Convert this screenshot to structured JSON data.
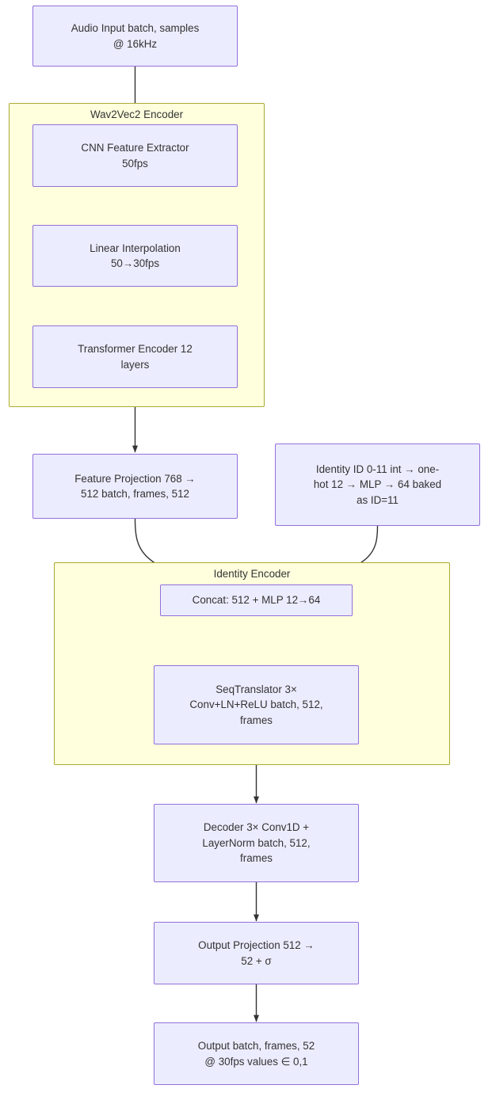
{
  "diagram": {
    "type": "flowchart",
    "direction": "top-down",
    "title": "",
    "colors": {
      "node_fill": "#ececff",
      "node_stroke": "#9370db",
      "cluster_fill": "#ffffde",
      "cluster_stroke": "#aaaa33",
      "edge_stroke": "#333333",
      "text": "#333333",
      "background": "#ffffff"
    },
    "clusters": [
      {
        "id": "wav2vec2",
        "label": "Wav2Vec2 Encoder"
      },
      {
        "id": "identity",
        "label": "Identity Encoder"
      }
    ],
    "nodes": [
      {
        "id": "audio_input",
        "label": "Audio Input batch, samples\n@ 16kHz"
      },
      {
        "id": "cnn",
        "label": "CNN Feature Extractor\n50fps"
      },
      {
        "id": "interp",
        "label": "Linear Interpolation\n50→30fps"
      },
      {
        "id": "transformer",
        "label": "Transformer Encoder 12\nlayers"
      },
      {
        "id": "feat_proj",
        "label": "Feature Projection 768 →\n512 batch, frames, 512"
      },
      {
        "id": "identity_id",
        "label": "Identity ID 0-11 int → one-\nhot 12 → MLP → 64 baked\nas ID=11"
      },
      {
        "id": "concat",
        "label": "Concat: 512 + MLP 12→64"
      },
      {
        "id": "seqtranslator",
        "label": "SeqTranslator 3×\nConv+LN+ReLU batch, 512,\nframes"
      },
      {
        "id": "decoder",
        "label": "Decoder 3× Conv1D +\nLayerNorm batch, 512,\nframes"
      },
      {
        "id": "out_proj",
        "label": "Output Projection 512 →\n52 + σ"
      },
      {
        "id": "output",
        "label": "Output batch, frames, 52\n@ 30fps values ∈ 0,1"
      }
    ],
    "edges": [
      {
        "from": "audio_input",
        "to": "cnn",
        "label": ""
      },
      {
        "from": "cnn",
        "to": "interp",
        "label": ""
      },
      {
        "from": "interp",
        "to": "transformer",
        "label": ""
      },
      {
        "from": "transformer",
        "to": "feat_proj",
        "label": ""
      },
      {
        "from": "feat_proj",
        "to": "concat",
        "label": ""
      },
      {
        "from": "identity_id",
        "to": "concat",
        "label": ""
      },
      {
        "from": "concat",
        "to": "seqtranslator",
        "label": ""
      },
      {
        "from": "seqtranslator",
        "to": "decoder",
        "label": ""
      },
      {
        "from": "decoder",
        "to": "out_proj",
        "label": ""
      },
      {
        "from": "out_proj",
        "to": "output",
        "label": ""
      }
    ]
  }
}
